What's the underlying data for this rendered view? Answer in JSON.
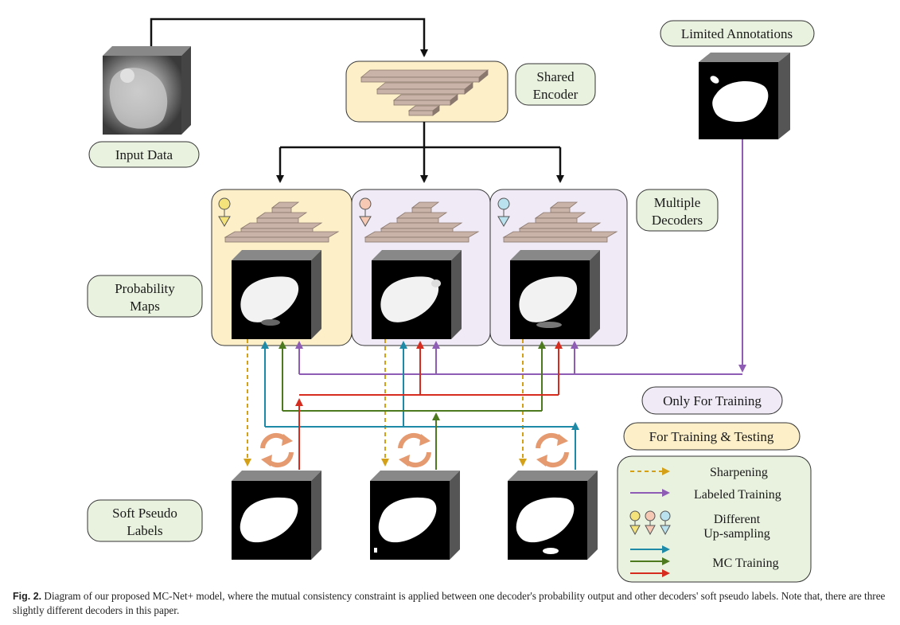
{
  "labels": {
    "input_data": "Input Data",
    "shared_encoder_1": "Shared",
    "shared_encoder_2": "Encoder",
    "limited_annotations": "Limited Annotations",
    "multiple_decoders_1": "Multiple",
    "multiple_decoders_2": "Decoders",
    "probability_maps_1": "Probability",
    "probability_maps_2": "Maps",
    "soft_pseudo_labels_1": "Soft Pseudo",
    "soft_pseudo_labels_2": "Labels",
    "only_for_training": "Only For Training",
    "for_training_testing": "For Training & Testing"
  },
  "legend": {
    "sharpening": "Sharpening",
    "labeled_training": "Labeled Training",
    "different_upsampling_1": "Different",
    "different_upsampling_2": "Up-sampling",
    "mc_training": "MC Training"
  },
  "caption": {
    "fig_label": "Fig. 2.",
    "text": " Diagram of our proposed MC-Net+ model, where the mutual consistency constraint is applied between one decoder's probability output and other decoders' soft pseudo labels. Note that, there are three slightly different decoders in this paper."
  },
  "colors": {
    "sharpening": "#d4a017",
    "labeled_training": "#8e5bb5",
    "mc_blue": "#1f8aa8",
    "mc_green": "#4d7a1f",
    "mc_red": "#d62b1f",
    "yellow_fill": "#fdf0c8",
    "purple_fill": "#efeaf5",
    "label_fill": "#e8f2df",
    "upsample_yellow": "#f4e27a",
    "upsample_peach": "#f6c9b4",
    "upsample_blue": "#b9e2ee"
  }
}
